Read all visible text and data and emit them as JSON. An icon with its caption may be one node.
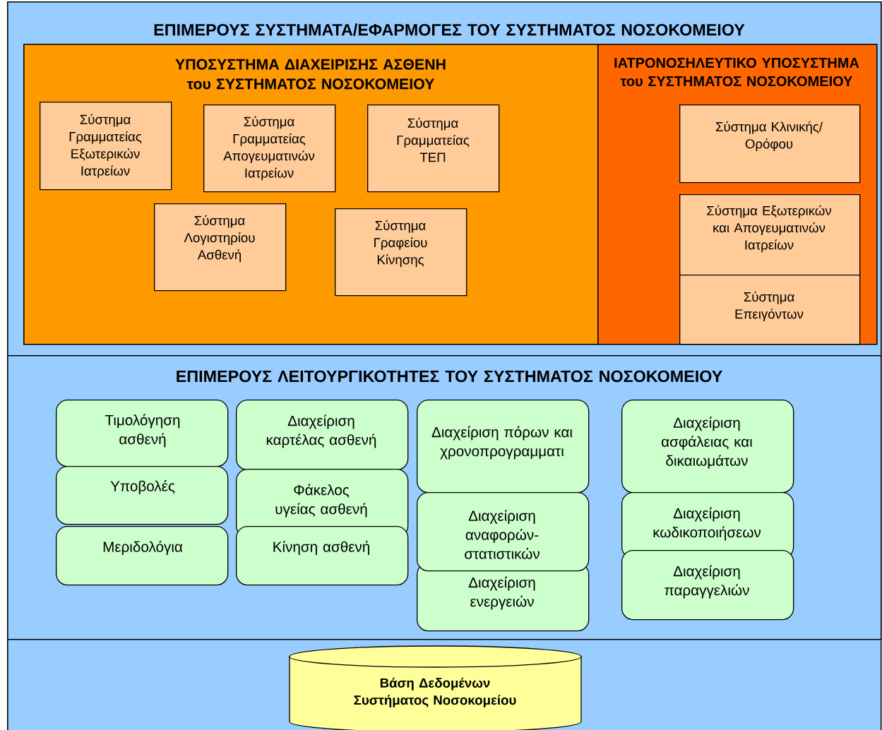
{
  "diagram": {
    "nodes": [
      {
        "text": [
          "ΕΠΙΜΕΡΟΥΣ ΣΥΣΤΗΜΑΤΑ/ΕΦΑΡΜΟΓΕΣ ΤΟΥ ΣΥΣΤΗΜΑΤΟΣ ΝΟΣΟΚΟΜΕΙΟΥ"
        ]
      },
      {
        "text": [
          "ΥΠΟΣΥΣΤΗΜΑ ΔΙΑΧΕΙΡΙΣΗΣ ΑΣΘΕΝΗ του ΣΥΣΤΗΜΑΤΟΣ ΝΟΣΟΚΟΜΕΙΟΥ"
        ],
        "in": 0
      },
      {
        "text": [
          "Σύστημα Γραμματείας Εξωτερικών Ιατρείων"
        ],
        "in": 1
      },
      {
        "text": [
          "Σύστημα Γραμματείας Απογευματινών Ιατρείων"
        ],
        "in": 1
      },
      {
        "text": [
          "Σύστημα Γραμματείας ΤΕΠ"
        ],
        "in": 1
      },
      {
        "text": [
          "Σύστημα Λογιστηρίου Ασθενή"
        ],
        "in": 1
      },
      {
        "text": [
          "Σύστημα Γραφείου Κίνησης"
        ],
        "in": 1
      },
      {
        "text": [
          "ΙΑΤΡΟΝΟΣΗΛΕΥΤΙΚΟ ΥΠΟΣΥΣΤΗΜΑ του ΣΥΣΤΗΜΑΤΟΣ ΝΟΣΟΚΟΜΕΙΟΥ"
        ],
        "in": 0
      },
      {
        "text": [
          "Σύστημα Κλινικής/ Ορόφου"
        ],
        "in": 7
      },
      {
        "text": [
          "Σύστημα Εξωτερικών και Απογευματινών Ιατρείων"
        ],
        "in": 7
      },
      {
        "text": [
          "Σύστημα Επειγόντων"
        ],
        "in": 7
      },
      {
        "text": [
          "ΕΠΙΜΕΡΟΥΣ ΛΕΙΤΟΥΡΓΙΚΟΤΗΤΕΣ ΤΟΥ ΣΥΣΤΗΜΑΤΟΣ ΝΟΣΟΚΟΜΕΙΟΥ"
        ]
      },
      {
        "text": [
          "Τιμολόγηση ασθενή"
        ],
        "in": 11
      },
      {
        "text": [
          "Υποβολές"
        ],
        "in": 11
      },
      {
        "text": [
          "Μεριδολόγια"
        ],
        "in": 11
      },
      {
        "text": [
          "Διαχείριση καρτέλας ασθενή"
        ],
        "in": 11
      },
      {
        "text": [
          "Φάκελος υγείας ασθενή"
        ],
        "in": 11
      },
      {
        "text": [
          "Κίνηση ασθενή"
        ],
        "in": 11
      },
      {
        "text": [
          "Διαχείριση πόρων και χρονοπρογραμματι"
        ],
        "in": 11
      },
      {
        "text": [
          "Διαχείριση αναφορών- στατιστικών"
        ],
        "in": 11
      },
      {
        "text": [
          "Διαχείριση ενεργειών"
        ],
        "in": 11
      },
      {
        "text": [
          "Διαχείριση ασφάλειας και δικαιωμάτων"
        ],
        "in": 11
      },
      {
        "text": [
          "Διαχείριση κωδικοποιήσεων"
        ],
        "in": 11
      },
      {
        "text": [
          "Διαχείριση παραγγελιών"
        ],
        "in": 11
      },
      {
        "text": [],
        "shape": "box"
      },
      {
        "text": [
          "Βάση Δεδομένων Συστήματος Νοσοκομείου"
        ],
        "in": 24
      }
    ]
  }
}
